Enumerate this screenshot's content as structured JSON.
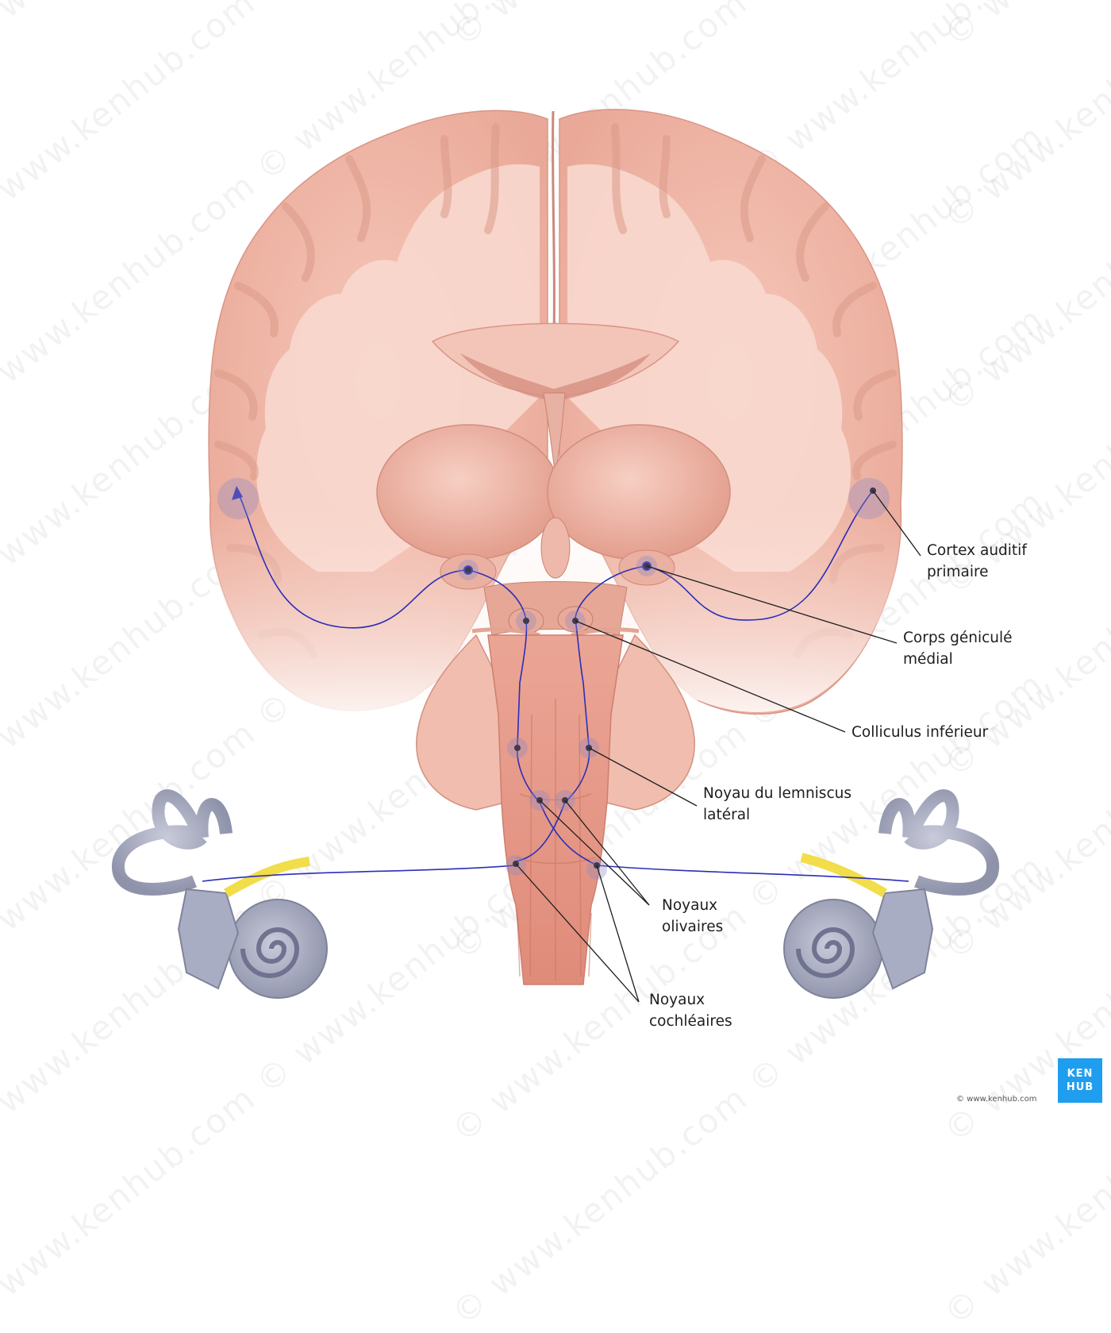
{
  "watermark": {
    "text": "© www.kenhub.com"
  },
  "labels": {
    "cortex_line1": "Cortex auditif",
    "cortex_line2": "primaire",
    "geniculate_line1": "Corps géniculé",
    "geniculate_line2": "médial",
    "colliculus": "Colliculus inférieur",
    "lemniscus_line1": "Noyau du lemniscus",
    "lemniscus_line2": "latéral",
    "olivary_line1": "Noyaux",
    "olivary_line2": "olivaires",
    "cochlear_line1": "Noyaux",
    "cochlear_line2": "cochléaires"
  },
  "logo": {
    "line1": "KEN",
    "line2": "HUB"
  },
  "copyright": "© www.kenhub.com",
  "colors": {
    "brain_outer": "#efb3a4",
    "brain_white_matter": "#f8d6cb",
    "brainstem": "#e9a091",
    "pathway": "#2a2fb8",
    "inner_ear": "#a3a7bd",
    "nerve": "#f2dd4a",
    "leader_line": "#1e1e1e",
    "logo": "#1f9ef0"
  }
}
